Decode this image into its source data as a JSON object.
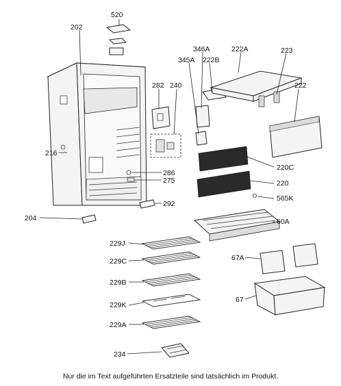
{
  "labels": {
    "p520": "520",
    "p202": "202",
    "p346A": "346A",
    "p222A": "222A",
    "p223": "223",
    "p345A": "345A",
    "p222B": "222B",
    "p282": "282",
    "p240": "240",
    "p222": "222",
    "p216": "216",
    "p220C": "220C",
    "p286": "286",
    "p275": "275",
    "p220": "220",
    "p565K": "565K",
    "p292": "292",
    "p204": "204",
    "p60A": "60A",
    "p229J": "229J",
    "p229C": "229C",
    "p67A": "67A",
    "p229B": "229B",
    "p229K": "229K",
    "p67": "67",
    "p229A": "229A",
    "p234": "234"
  },
  "footer": {
    "line1": "Nur die im Text aufgeführten Ersatzteile sind tatsächlich im Produkt."
  }
}
